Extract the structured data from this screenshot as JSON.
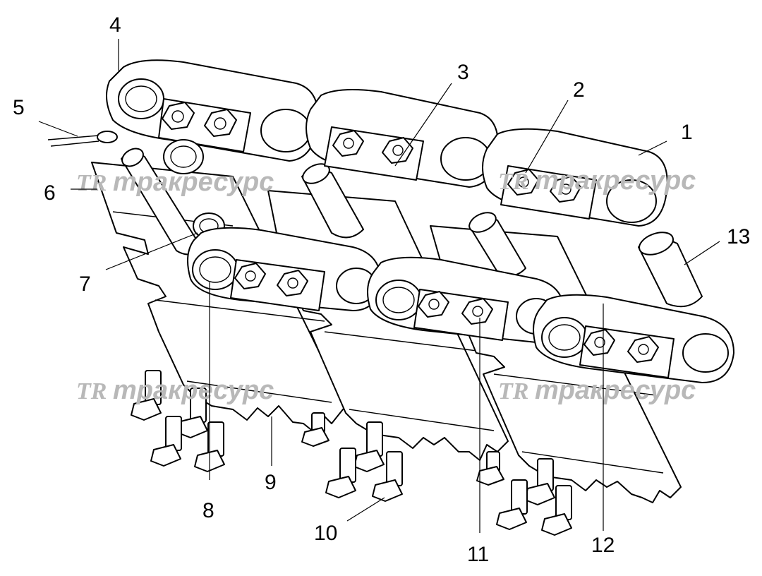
{
  "watermark": {
    "logo": "TR",
    "text": "тракресурс"
  },
  "callouts": [
    "1",
    "2",
    "3",
    "4",
    "5",
    "6",
    "7",
    "8",
    "9",
    "10",
    "11",
    "12",
    "13"
  ]
}
